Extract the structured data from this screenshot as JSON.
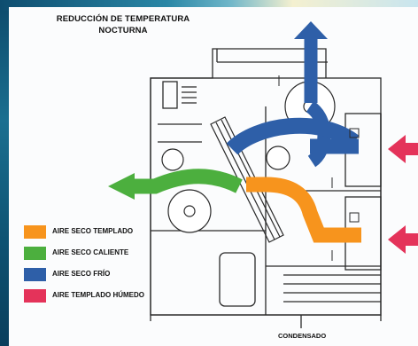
{
  "title_line1": "REDUCCIÓN DE TEMPERATURA",
  "title_line2": "NOCTURNA",
  "legend": [
    {
      "label": "AIRE SECO TEMPLADO",
      "color": "#f7941d"
    },
    {
      "label": "AIRE SECO CALIENTE",
      "color": "#4caf3e"
    },
    {
      "label": "AIRE SECO FRÍO",
      "color": "#2e5fa8"
    },
    {
      "label": "AIRE TEMPLADO HÚMEDO",
      "color": "#e4335a"
    }
  ],
  "condensate_label": "CONDENSADO"
}
